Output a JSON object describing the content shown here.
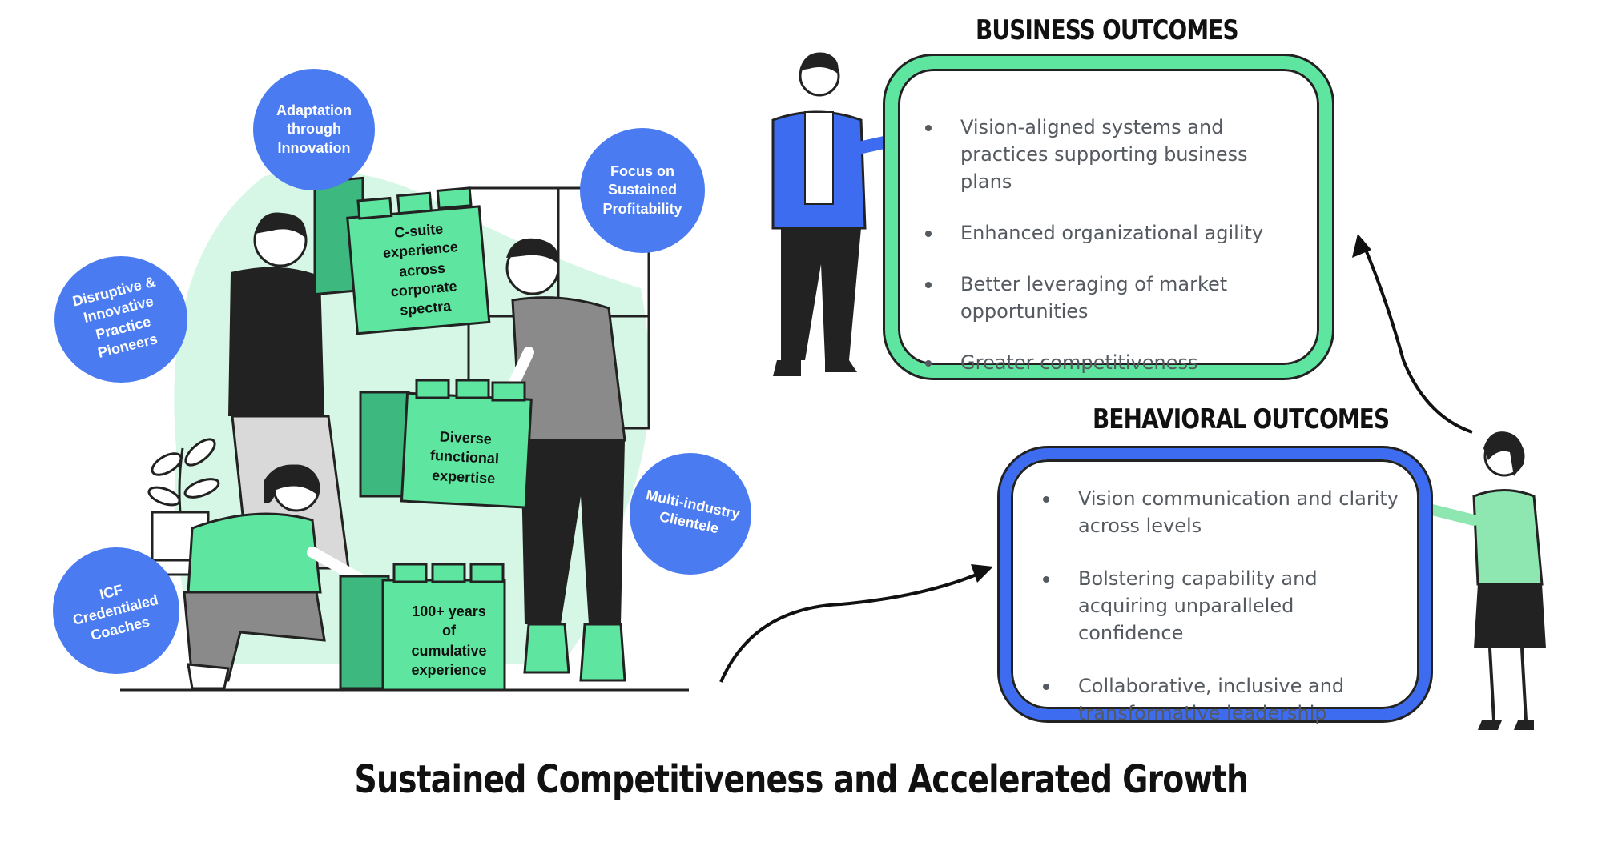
{
  "badges": [
    {
      "id": "adaptation",
      "text": "Adaptation\nthrough\nInnovation"
    },
    {
      "id": "profitability",
      "text": "Focus on\nSustained\nProfitability"
    },
    {
      "id": "disruptive",
      "text": "Disruptive &\nInnovative\nPractice\nPioneers"
    },
    {
      "id": "multi",
      "text": "Multi-industry\nClientele"
    },
    {
      "id": "icf",
      "text": "ICF\nCredentialed\nCoaches"
    }
  ],
  "blocks": [
    {
      "id": "csuite",
      "text": "C-suite\nexperience\nacross\ncorporate\nspectra"
    },
    {
      "id": "diverse",
      "text": "Diverse\nfunctional\nexpertise"
    },
    {
      "id": "years",
      "text": "100+ years\nof\ncumulative\nexperience"
    }
  ],
  "business": {
    "title": "BUSINESS OUTCOMES",
    "items": [
      "Vision-aligned systems and practices supporting business plans",
      "Enhanced organizational agility",
      "Better leveraging of market opportunities",
      "Greater competitiveness"
    ]
  },
  "behavioral": {
    "title": "BEHAVIORAL OUTCOMES",
    "items": [
      "Vision communication and clarity across levels",
      "Bolstering capability and acquiring unparalleled confidence",
      "Collaborative, inclusive and transformative leadership"
    ]
  },
  "footer": {
    "title": "Sustained Competitiveness and Accelerated Growth"
  },
  "colors": {
    "badge_blue": "#4a7bf0",
    "block_green": "#5ee6a0",
    "business_border": "#5ee6a0",
    "behavioral_border": "#3d6cf0",
    "mint_bg": "#d6f7e6"
  }
}
